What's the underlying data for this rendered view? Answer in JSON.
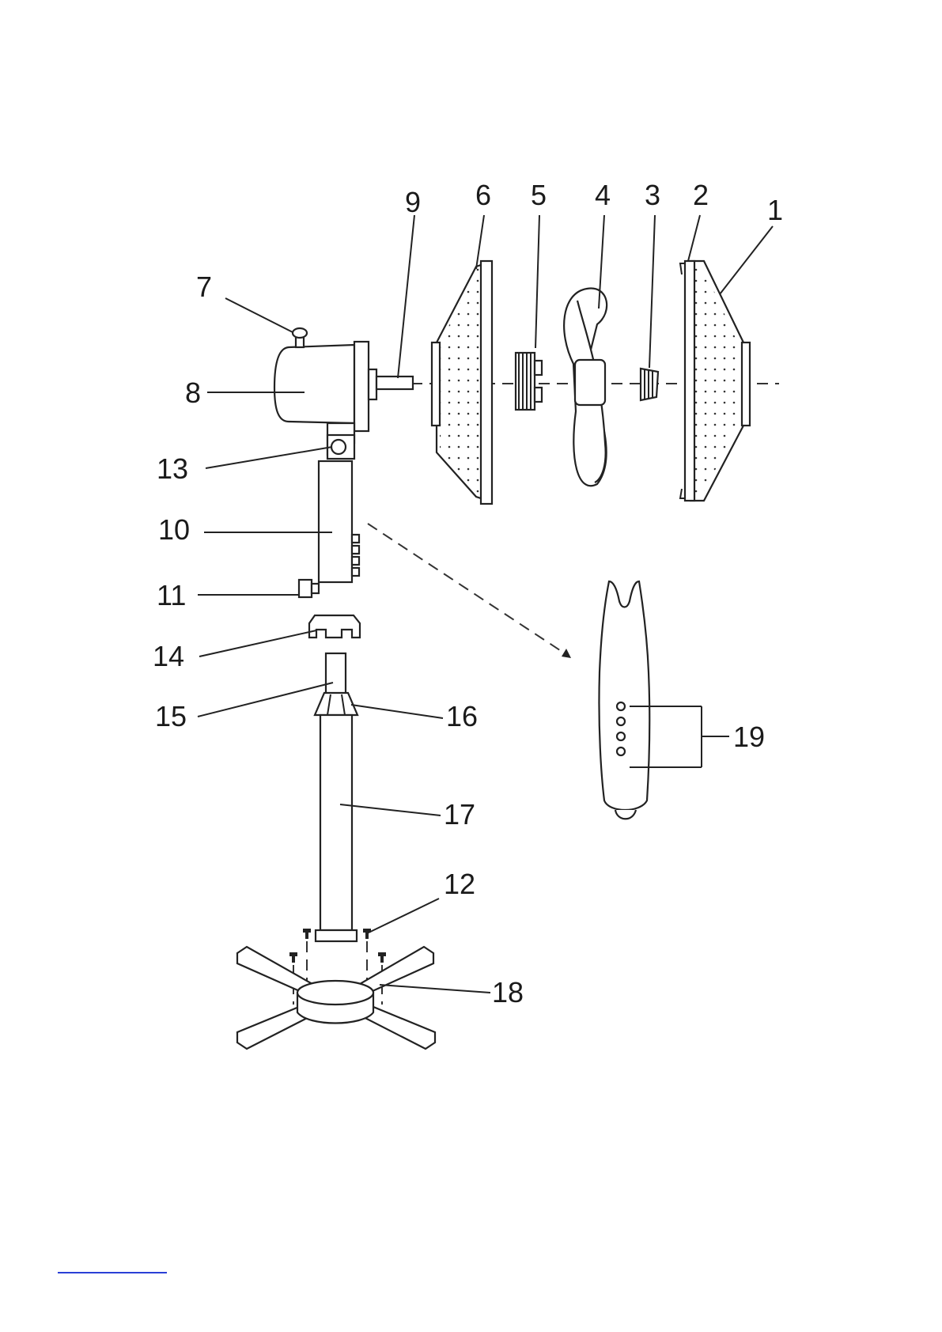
{
  "diagram": {
    "part_labels": {
      "p1": "1",
      "p2": "2",
      "p3": "3",
      "p4": "4",
      "p5": "5",
      "p6": "6",
      "p7": "7",
      "p8": "8",
      "p9": "9",
      "p10": "10",
      "p11": "11",
      "p12": "12",
      "p13": "13",
      "p14": "14",
      "p15": "15",
      "p16": "16",
      "p17": "17",
      "p18": "18",
      "p19": "19"
    },
    "remote_buttons": 4
  },
  "colors": {
    "line": "#222222",
    "link_underline": "#2a3fd6"
  }
}
